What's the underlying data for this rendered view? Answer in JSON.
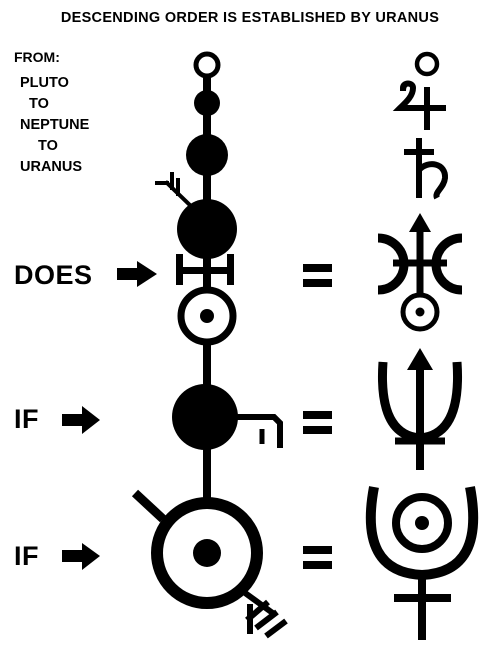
{
  "title": "DESCENDING ORDER IS ESTABLISHED BY URANUS",
  "from_label": "FROM:",
  "order_list": [
    "PLUTO",
    "TO",
    "NEPTUNE",
    "TO",
    "URANUS"
  ],
  "row_labels": [
    "DOES",
    "IF",
    "IF"
  ],
  "equals_sign": "=",
  "icons": {
    "arrow": "right-arrow-icon",
    "right_column": [
      "pluto-jupiter-icon",
      "saturn-icon",
      "uranus-icon",
      "neptune-icon",
      "pluto-icon"
    ]
  },
  "colors": {
    "ink": "#000000",
    "background": "#ffffff"
  }
}
